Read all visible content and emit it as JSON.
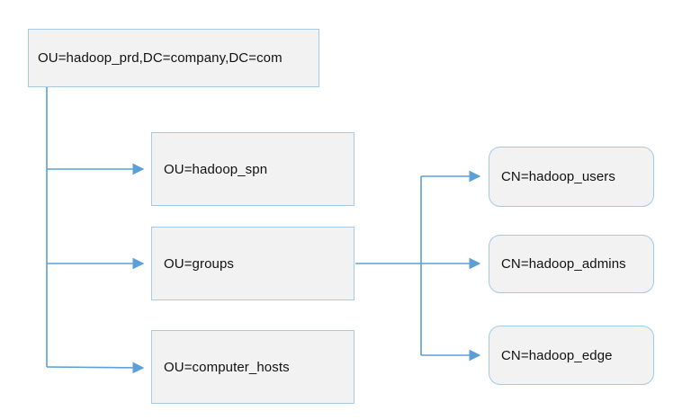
{
  "diagram": {
    "kind": "ldap-ou-tree",
    "nodes": {
      "root": {
        "label": "OU=hadoop_prd,DC=company,DC=com",
        "shape": "rectangle"
      },
      "spn": {
        "label": "OU=hadoop_spn",
        "shape": "rectangle"
      },
      "groups": {
        "label": "OU=groups",
        "shape": "rectangle"
      },
      "hosts": {
        "label": "OU=computer_hosts",
        "shape": "rectangle"
      },
      "users": {
        "label": "CN=hadoop_users",
        "shape": "rounded-rectangle"
      },
      "admins": {
        "label": "CN=hadoop_admins",
        "shape": "rounded-rectangle"
      },
      "edge": {
        "label": "CN=hadoop_edge",
        "shape": "rounded-rectangle"
      }
    },
    "edges": [
      {
        "from": "root",
        "to": "spn"
      },
      {
        "from": "root",
        "to": "groups"
      },
      {
        "from": "root",
        "to": "hosts"
      },
      {
        "from": "groups",
        "to": "users"
      },
      {
        "from": "groups",
        "to": "admins"
      },
      {
        "from": "groups",
        "to": "edge"
      }
    ],
    "colors": {
      "background": "#ffffff",
      "node_fill": "#f2f2f3",
      "node_border": "#a6cbe9",
      "connector": "#5b9fd8",
      "text": "#111111"
    }
  }
}
